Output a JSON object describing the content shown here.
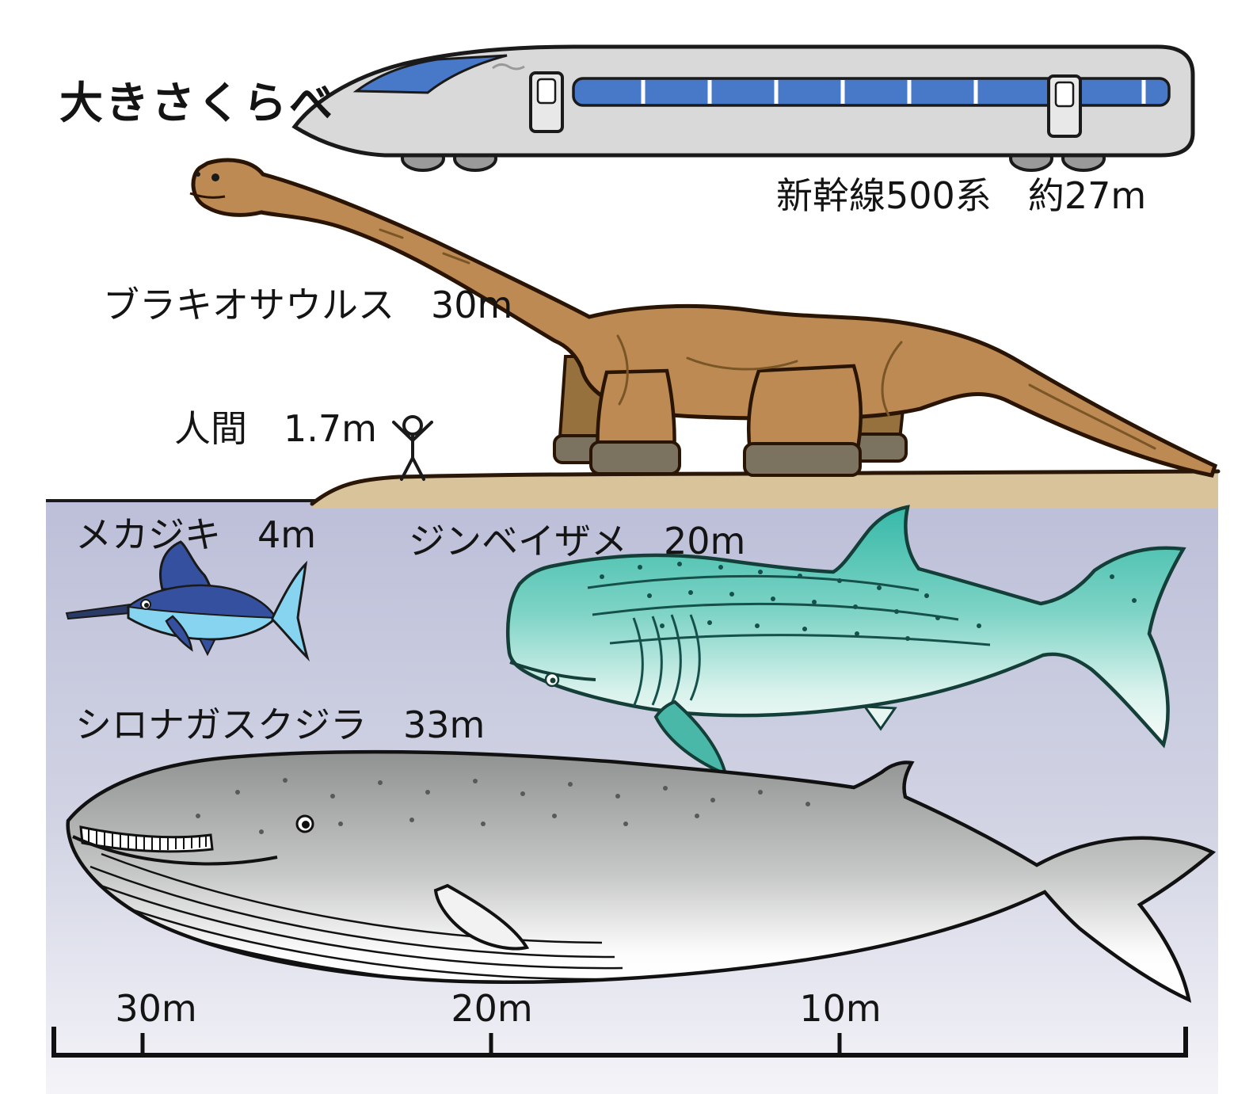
{
  "title": "大きさくらべ",
  "items": {
    "shinkansen": {
      "label": "新幹線500系",
      "size": "約27m"
    },
    "brachiosaurus": {
      "label": "ブラキオサウルス",
      "size": "30m"
    },
    "human": {
      "label": "人間",
      "size": "1.7m"
    },
    "swordfish": {
      "label": "メカジキ",
      "size": "4m"
    },
    "whale_shark": {
      "label": "ジンベイザメ",
      "size": "20m"
    },
    "blue_whale": {
      "label": "シロナガスクジラ",
      "size": "33m"
    }
  },
  "axis": {
    "ticks": [
      "30m",
      "20m",
      "10m"
    ]
  },
  "colors": {
    "outline": "#1a1a1a",
    "train_body": "#d9d9d9",
    "train_window_blue": "#4878c8",
    "dino_brown": "#bc8a52",
    "dino_brown_dark": "#96713d",
    "foot_gray": "#7c7260",
    "ground_tan": "#d8c39a",
    "ocean_top": "#bdbfd9",
    "ocean_bottom": "#f4f4f8",
    "swordfish_dark": "#34509e",
    "swordfish_light": "#86d4f0",
    "shark_teal": "#37b9a8",
    "whale_gray": "#909392"
  }
}
